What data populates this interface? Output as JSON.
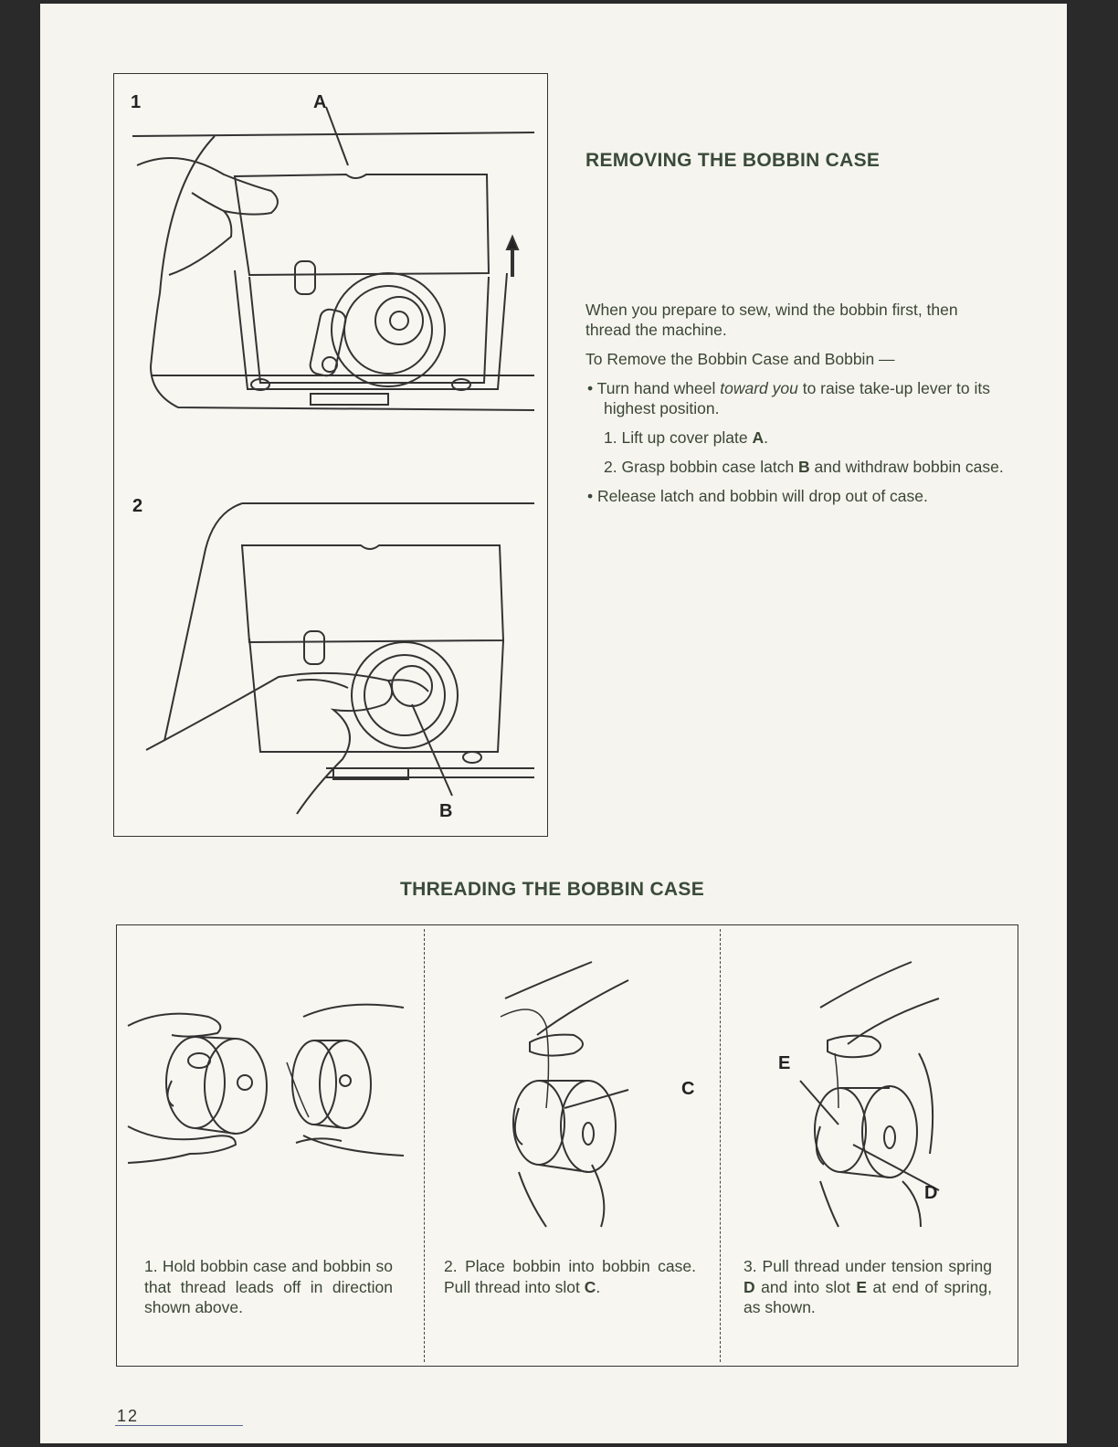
{
  "figure_top": {
    "fig1_number": "1",
    "fig2_number": "2",
    "callout_a": "A",
    "callout_b": "B"
  },
  "section1": {
    "title": "REMOVING THE BOBBIN CASE",
    "intro": "When you prepare to sew, wind the bobbin first, then thread the machine.",
    "subhead": "To Remove the Bobbin Case and Bobbin —",
    "bullet1_pre": "• Turn hand wheel ",
    "bullet1_italic": "toward you",
    "bullet1_post": " to raise take-up lever to its highest position.",
    "step1_pre": "1. Lift up cover plate ",
    "step1_bold": "A",
    "step1_post": ".",
    "step2_pre": "2. Grasp bobbin case latch ",
    "step2_bold": "B",
    "step2_post": " and withdraw bobbin case.",
    "bullet2": "• Release latch and bobbin will drop out of case."
  },
  "section2": {
    "title": "THREADING THE BOBBIN CASE",
    "callout_c": "C",
    "callout_d": "D",
    "callout_e": "E",
    "step1_caption": "1. Hold bobbin case and bobbin so that thread leads off in direction shown above.",
    "step2_pre": "2. Place bobbin into bobbin case. Pull thread into slot ",
    "step2_bold": "C",
    "step2_post": ".",
    "step3_pre": "3. Pull thread under tension spring ",
    "step3_bold_d": "D",
    "step3_mid": " and into slot ",
    "step3_bold_e": "E",
    "step3_post": " at end of spring, as shown."
  },
  "page_number": "12"
}
